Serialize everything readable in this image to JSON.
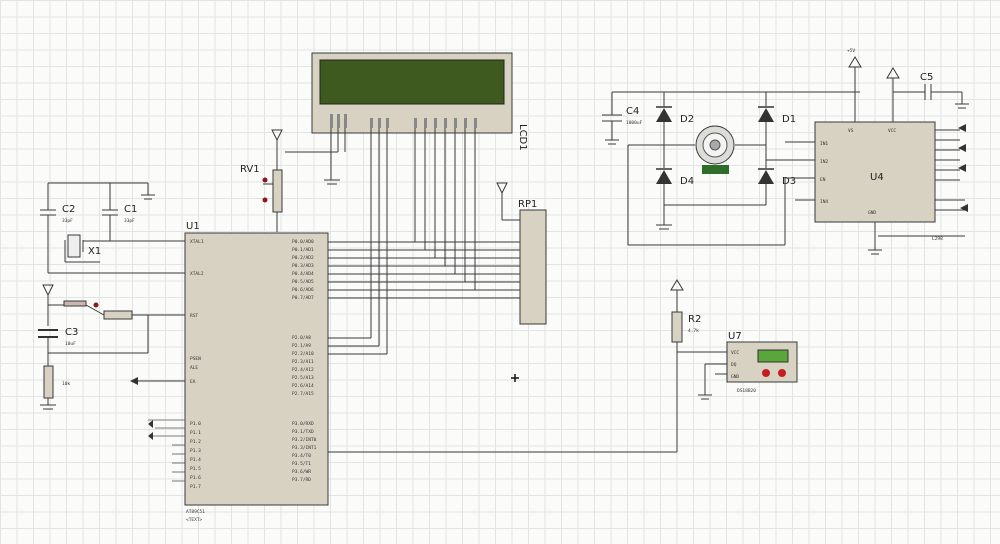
{
  "labels": {
    "lcd": "LCD1",
    "rv1": "RV1",
    "c2": "C2",
    "c1": "C1",
    "x1": "X1",
    "u1": "U1",
    "c3": "C3",
    "rp1": "RP1",
    "c4": "C4",
    "d2": "D2",
    "d1": "D1",
    "d4": "D4",
    "d3": "D3",
    "c5": "C5",
    "u4": "U4",
    "r2": "R2",
    "u7": "U7"
  },
  "colors": {
    "lcd_screen": "#3f5a1f",
    "lcd_body": "#d8d2c2",
    "motor_indicator": "#2f6e2a",
    "module_display": "#5aa63a",
    "module_led": "#c41f1f"
  }
}
